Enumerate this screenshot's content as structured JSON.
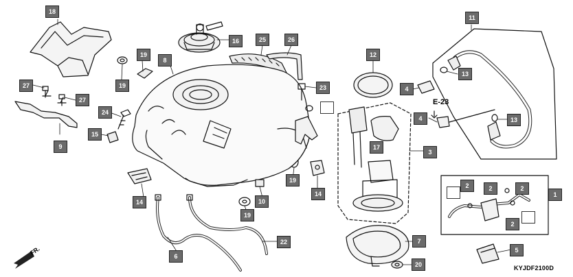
{
  "diagram": {
    "reference_code": "KYJDF2100D",
    "section_reference": "E-23",
    "direction_label": "FR.",
    "callouts": [
      {
        "id": "c18",
        "label": "18"
      },
      {
        "id": "c16",
        "label": "16"
      },
      {
        "id": "c25",
        "label": "25"
      },
      {
        "id": "c26",
        "label": "26"
      },
      {
        "id": "c19a",
        "label": "19"
      },
      {
        "id": "c8",
        "label": "8"
      },
      {
        "id": "c19b",
        "label": "19"
      },
      {
        "id": "c27a",
        "label": "27"
      },
      {
        "id": "c27b",
        "label": "27"
      },
      {
        "id": "c24",
        "label": "24"
      },
      {
        "id": "c15",
        "label": "15"
      },
      {
        "id": "c9",
        "label": "9"
      },
      {
        "id": "c23",
        "label": "23"
      },
      {
        "id": "c12",
        "label": "12"
      },
      {
        "id": "c11",
        "label": "11"
      },
      {
        "id": "c13a",
        "label": "13"
      },
      {
        "id": "c4a",
        "label": "4"
      },
      {
        "id": "c4b",
        "label": "4"
      },
      {
        "id": "c13b",
        "label": "13"
      },
      {
        "id": "c17",
        "label": "17"
      },
      {
        "id": "c3",
        "label": "3"
      },
      {
        "id": "c14a",
        "label": "14"
      },
      {
        "id": "c14b",
        "label": "14"
      },
      {
        "id": "c19c",
        "label": "19"
      },
      {
        "id": "c19d",
        "label": "19"
      },
      {
        "id": "c10",
        "label": "10"
      },
      {
        "id": "c2a",
        "label": "2"
      },
      {
        "id": "c2b",
        "label": "2"
      },
      {
        "id": "c2c",
        "label": "2"
      },
      {
        "id": "c2d",
        "label": "2"
      },
      {
        "id": "c1",
        "label": "1"
      },
      {
        "id": "c22",
        "label": "22"
      },
      {
        "id": "c6",
        "label": "6"
      },
      {
        "id": "c7",
        "label": "7"
      },
      {
        "id": "c5",
        "label": "5"
      },
      {
        "id": "c20",
        "label": "20"
      },
      {
        "id": "e1",
        "label": ""
      },
      {
        "id": "e2",
        "label": ""
      },
      {
        "id": "e3",
        "label": ""
      }
    ]
  }
}
